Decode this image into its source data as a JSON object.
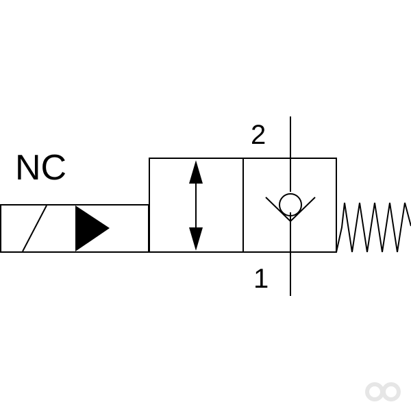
{
  "labels": {
    "mode": "NC",
    "port_top": "2",
    "port_bottom": "1"
  },
  "colors": {
    "line": "#000000",
    "background": "#ffffff",
    "watermark": "#e6e6e6"
  },
  "icons": {
    "watermark": "linked-rings-logo-icon"
  }
}
